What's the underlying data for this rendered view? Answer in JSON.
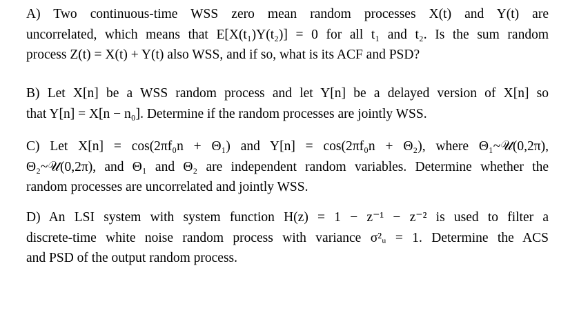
{
  "problems": [
    {
      "id": "A",
      "lines": [
        "A) Two continuous-time WSS zero mean random processes X(t) and Y(t) are",
        "uncorrelated, which means that E[X(t₁)Y(t₂)] = 0 for all t₁ and t₂. Is the sum random",
        "process Z(t) = X(t) + Y(t) also WSS, and if so, what is its ACF and PSD?"
      ]
    },
    {
      "id": "B",
      "lines": [
        "B) Let X[n] be a WSS random process and let Y[n] be a delayed version of X[n] so",
        "that Y[n] = X[n − n₀]. Determine if the random processes are jointly WSS."
      ]
    },
    {
      "id": "C",
      "lines": [
        "C) Let X[n] = cos(2πf₀n + Θ₁) and Y[n] = cos(2πf₀n + Θ₂), where Θ₁~𝒰(0,2π),",
        "Θ₂~𝒰(0,2π), and Θ₁ and Θ₂ are independent random variables. Determine whether the",
        "random processes are uncorrelated and jointly WSS."
      ]
    },
    {
      "id": "D",
      "lines": [
        "D) An LSI system with system function H(z) = 1 − z⁻¹ − z⁻² is used to filter a",
        "discrete-time white noise random process with variance σ²ᵤ = 1. Determine the ACS",
        "and PSD of the output random process."
      ]
    }
  ]
}
